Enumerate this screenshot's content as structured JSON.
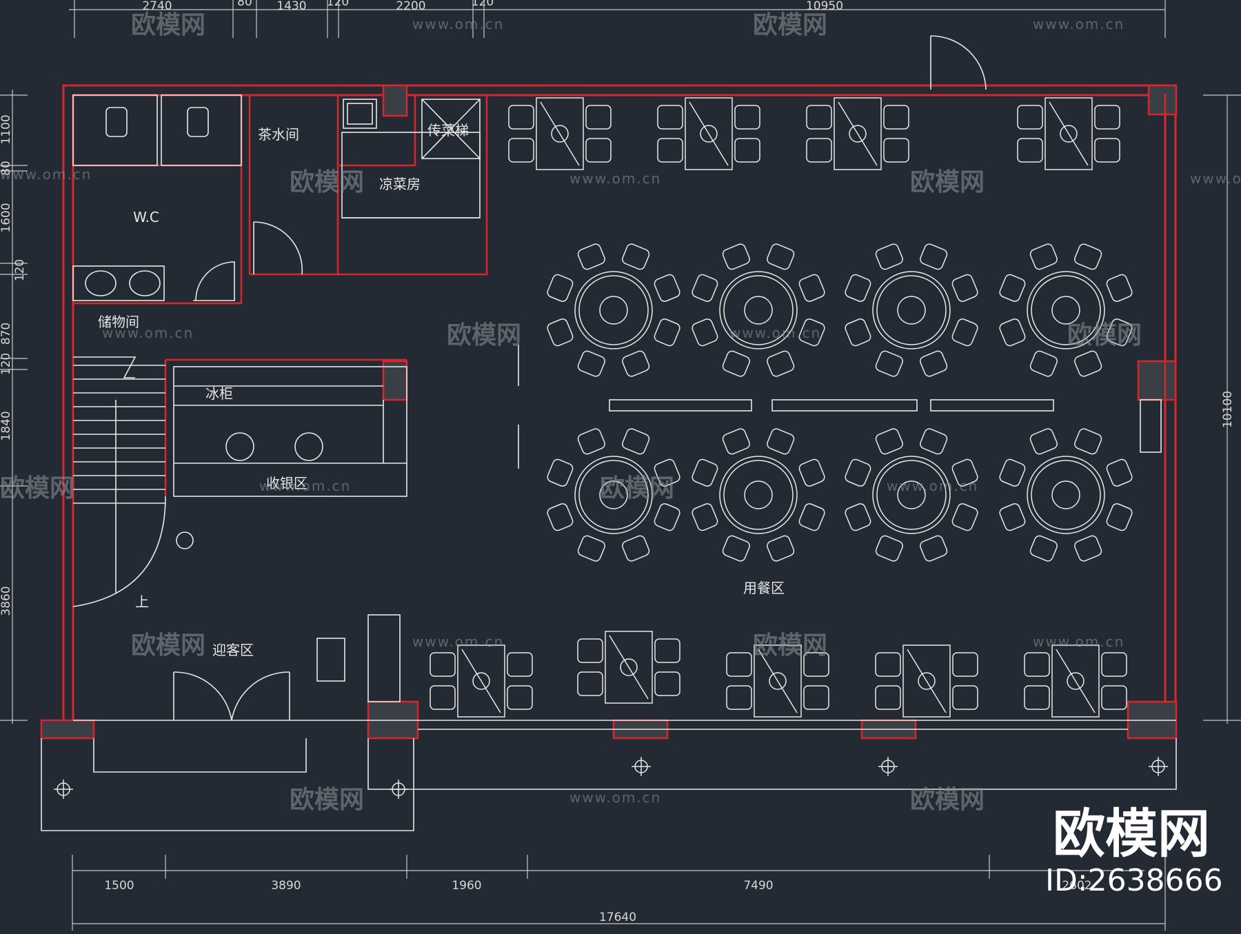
{
  "colors": {
    "background": "#232a33",
    "wall": "#d9262c",
    "line": "#e8e8e8",
    "dim": "#c9c9c9",
    "watermark": "#8e959c"
  },
  "dimensions": {
    "top": [
      "2740",
      "80",
      "1430",
      "120",
      "2200",
      "120",
      "10950"
    ],
    "bottom": [
      "1500",
      "3890",
      "1960",
      "7490",
      "17640",
      "2602"
    ],
    "left": [
      "1100",
      "80",
      "1600",
      "120",
      "870",
      "120",
      "1840",
      "3860"
    ],
    "right": [
      "10100"
    ]
  },
  "rooms": {
    "tea": "茶水间",
    "dumbwaiter": "传菜梯",
    "cold_kitchen": "凉菜房",
    "wc": "W.C",
    "storage": "储物间",
    "fridge": "冰柜",
    "cashier": "收银区",
    "up": "上",
    "welcome": "迎客区",
    "dining": "用餐区"
  },
  "watermark": {
    "logo": "欧模网",
    "url": "www.om.cn"
  },
  "brand": {
    "logo": "欧模网",
    "id": "ID:2638666"
  }
}
